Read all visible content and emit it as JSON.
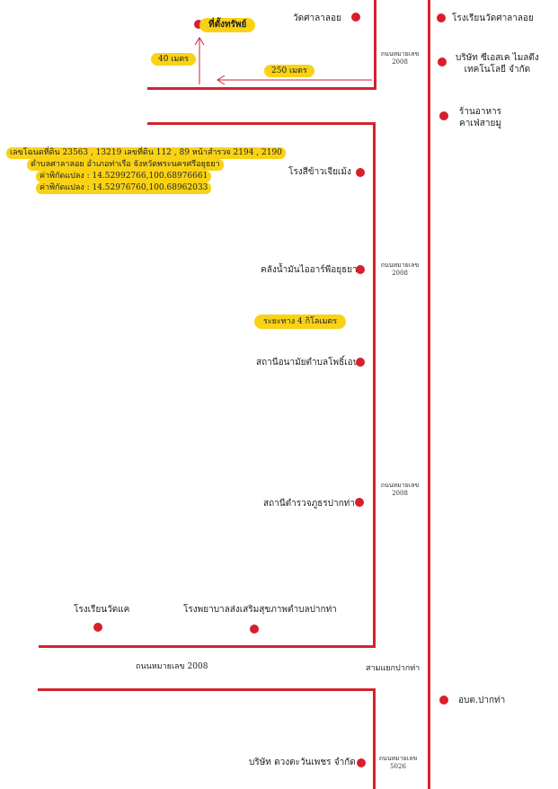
{
  "colors": {
    "road": "#d2232f",
    "marker": "#d81e2c",
    "highlight": "#f9d216"
  },
  "property_label": "ที่ตั้งทรัพย์",
  "distance_vertical": "40 เมตร",
  "distance_horizontal": "250 เมตร",
  "distance_total": "ระยะทาง 4 กิโลเมตร",
  "info": {
    "line1": "เลขโฉนดที่ดิน 23563 , 13219 เลขที่ดิน 112 , 89 หน้าสำรวจ 2194 , 2190",
    "line2": "ตำบลศาลาลอย อำเภอท่าเรือ จังหวัดพระนครศรีอยุธยา",
    "line3": "ค่าพิกัดแปลง : 14.52992766,100.68976661",
    "line4": "ค่าพิกัดแปลง : 14.52976760,100.68962033"
  },
  "roads": {
    "r1": "ถนนหมายเลข\n2008",
    "r2": "ถนนหมายเลข\n2008",
    "r3": "ถนนหมายเลข\n2008",
    "r4": "ถนนหมายเลข 2008",
    "r5": "ถนนหมายเลข\n5026",
    "junction": "สามแยกปากท่า"
  },
  "places": {
    "wat_sala_loi": "วัดศาลาลอย",
    "school_wat_sala_loi": "โรงเรียนวัดศาลาลอย",
    "company_sales": "บริษัท ซีเอสเค ไมลตึง\nเทคโนโลยี จำกัด",
    "restaurant": "ร้านอาหาร\nคาเฟ่สายมู",
    "rice_mill": "โรงสีข้าวเจียเม้ง",
    "oil_depot": "คลังน้ำมันไออาร์พีอยุธยา",
    "health_station": "สถานีอนามัยตำบลโพธิ์เอน",
    "police": "สถานีตำรวจภูธรปากท่า",
    "school_wat_khae": "โรงเรียนวัดแค",
    "hospital": "โรงพยาบาลส่งเสริมสุขภาพตำบลปากท่า",
    "sao_pak_tha": "อบต.ปากท่า",
    "company_duangtawan": "บริษัท ดวงตะวันเพชร จำกัด"
  }
}
